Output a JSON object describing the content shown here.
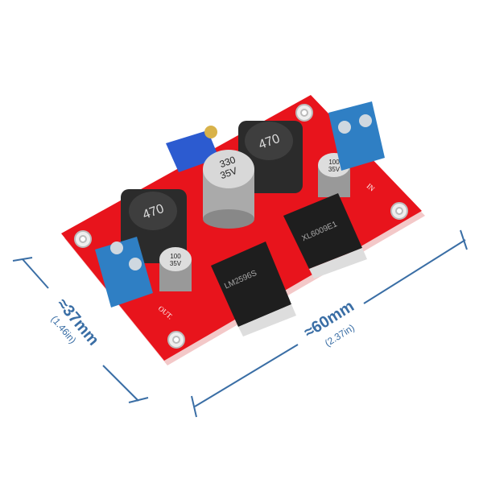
{
  "product": {
    "inductor_label": "470",
    "cap_large_label": "330",
    "cap_large_voltage": "35V",
    "cap_small_label": "100",
    "cap_small_voltage": "35V",
    "chip_left": "LM2596S",
    "chip_right": "XL6009E1",
    "out_label": "OUT.",
    "in_label": "IN"
  },
  "dimensions": {
    "width_label": "≈37mm",
    "width_inches": "(1.46in)",
    "length_label": "≈60mm",
    "length_inches": "(2.37in)"
  },
  "colors": {
    "pcb": "#e8141c",
    "terminal": "#2f7fc4",
    "dimension": "#3a6ea5"
  }
}
